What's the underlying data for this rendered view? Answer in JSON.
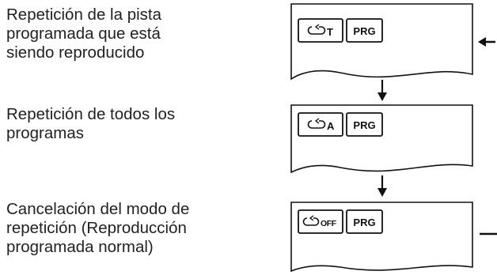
{
  "steps": [
    {
      "description_lines": [
        "Repetición de la pista",
        "programada que está",
        "siendo reproducido"
      ],
      "indicator_mode": "T",
      "indicator_program": "PRG"
    },
    {
      "description_lines": [
        "Repetición de todos los",
        "programas"
      ],
      "indicator_mode": "A",
      "indicator_program": "PRG"
    },
    {
      "description_lines": [
        "Cancelación del modo de",
        "repetición (Reproducción",
        "programada normal)"
      ],
      "indicator_mode": "OFF",
      "indicator_program": "PRG"
    }
  ],
  "icons": {
    "repeat": "repeat-icon",
    "flow_down": "arrow-down-icon",
    "loop_back": "arrow-left-icon"
  }
}
